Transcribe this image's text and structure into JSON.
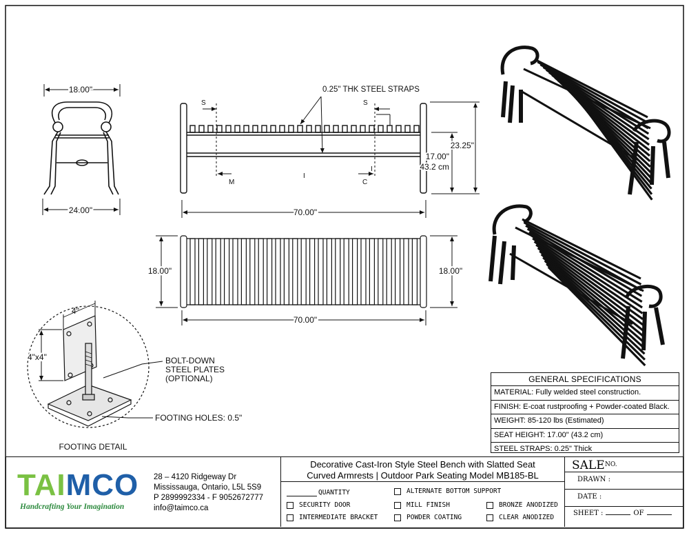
{
  "drawing": {
    "side_view": {
      "width_top": "18.00\"",
      "width_bottom": "24.00\""
    },
    "front_view": {
      "straps_label": "0.25\" THK STEEL STRAPS",
      "overall_length": "70.00\"",
      "seat_height_in": "17.00\"",
      "seat_height_cm": "43.2 cm",
      "overall_height": "23.25\"",
      "markers": {
        "s": "S",
        "m": "M",
        "i": "I",
        "c": "C"
      }
    },
    "top_view": {
      "length": "70.00\"",
      "depth_left": "18.00\"",
      "depth_right": "18.00\""
    },
    "footing": {
      "plate_width": "4\"",
      "plate_size": "4\"x4\"",
      "bolt_label": "BOLT-DOWN\nSTEEL PLATES\n(OPTIONAL)",
      "holes_label": "FOOTING HOLES: 0.5\"",
      "caption": "FOOTING DETAIL"
    }
  },
  "specs": {
    "title": "GENERAL SPECIFICATIONS",
    "rows": [
      "MATERIAL: Fully welded steel construction.",
      "FINISH:  E-coat rustproofing + Powder-coated Black.",
      "WEIGHT: 85-120 lbs (Estimated)",
      "SEAT HEIGHT: 17.00\" (43.2 cm)",
      "STEEL STRAPS: 0.25\" Thick"
    ]
  },
  "company": {
    "logo_text": "TAIMCO",
    "tagline": "Handcrafting Your Imagination",
    "address_lines": [
      "28 – 4120 Ridgeway Dr",
      "Mississauga, Ontario, L5L 5S9",
      "P 2899992334 - F 9052672777",
      "info@taimco.ca"
    ],
    "colors": {
      "green": "#7ac143",
      "blue": "#1f5fa8",
      "tagline": "#2d8a3e"
    }
  },
  "product_title": [
    "Decorative Cast-Iron Style Steel Bench with Slatted Seat",
    "Curved Armrests | Outdoor Park Seating Model MB185-BL"
  ],
  "options": {
    "quantity": "QUANTITY",
    "items": [
      "SECURITY DOOR",
      "INTERMEDIATE BRACKET",
      "ALTERNATE BOTTOM SUPPORT",
      "MILL FINISH",
      "POWDER COATING",
      "BRONZE ANODIZED",
      "CLEAR ANODIZED"
    ]
  },
  "sale_block": {
    "sale": "SALE",
    "no": "NO.",
    "drawn": "DRAWN :",
    "date": "DATE :",
    "sheet": "SHEET :",
    "of": "OF"
  }
}
